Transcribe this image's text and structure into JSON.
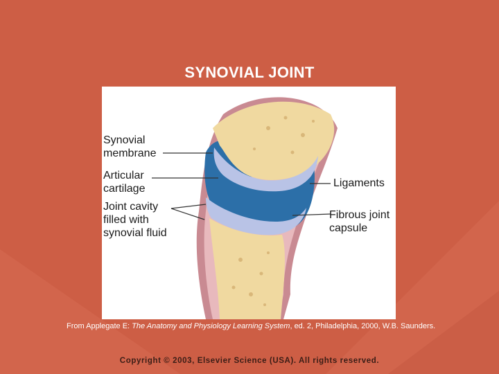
{
  "slide": {
    "title": "SYNOVIAL JOINT",
    "copyright": "Copyright © 2003, Elsevier Science (USA). All rights reserved."
  },
  "diagram": {
    "labels": {
      "synovial_membrane": [
        "Synovial",
        "membrane"
      ],
      "articular_cartilage": [
        "Articular",
        "cartilage"
      ],
      "joint_cavity": [
        "Joint cavity",
        "filled with",
        "synovial fluid"
      ],
      "ligaments": [
        "Ligaments"
      ],
      "fibrous_capsule": [
        "Fibrous joint",
        "capsule"
      ]
    }
  },
  "credit": {
    "prefix": "From Applegate E: ",
    "book": "The Anatomy and Physiology Learning System",
    "suffix": ", ed. 2, Philadelphia, 2000, W.B. Saunders."
  },
  "colors": {
    "background": "#cd5e45",
    "bone": "#f0d9a0",
    "cartilage": "#b9c3e6",
    "cavity": "#2c6fa8",
    "capsule": "#c98a92"
  }
}
